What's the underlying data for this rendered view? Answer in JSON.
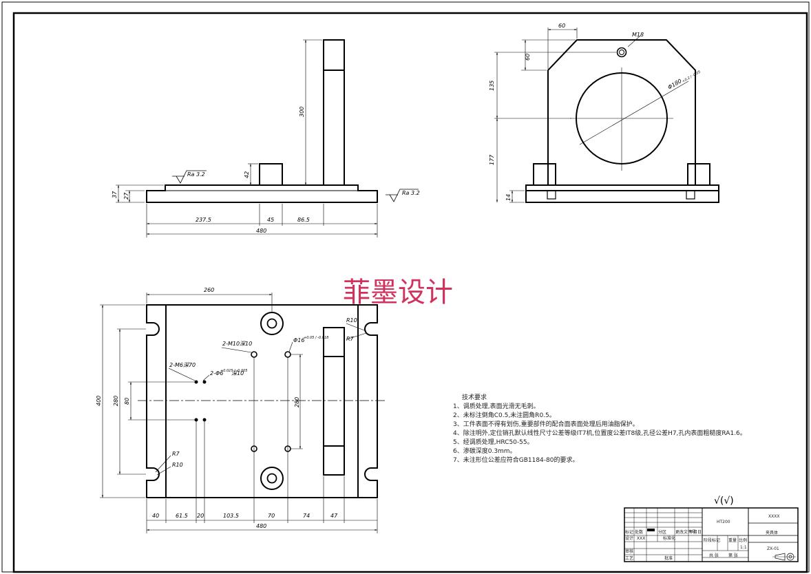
{
  "watermark": "菲墨设计",
  "front_view": {
    "roughness_left": "Ra 3.2",
    "roughness_right": "Ra 3.2",
    "dims": {
      "height_total": "37",
      "height_base": "27",
      "rib_height": "300",
      "block_height": "42",
      "w1": "237.5",
      "w2": "45",
      "w3": "86.5",
      "width": "480"
    }
  },
  "side_view": {
    "dims": {
      "top_width": "60",
      "top_depth": "60",
      "thread": "M18",
      "bore": "Φ180",
      "bore_tol": "+0.2 / -0.05",
      "upper_height": "135",
      "lower_height": "177",
      "base_thickness": "14"
    }
  },
  "top_view": {
    "dims": {
      "offset_top": "260",
      "radius_top_a": "R10",
      "radius_top_b": "R7",
      "radius_bot_a": "R7",
      "radius_bot_b": "R10",
      "holes_m10": "2-M10深10",
      "hole_phi": "Φ16",
      "hole_phi_tol": "+0.05 / -0.018",
      "holes_m6": "2-M6深70",
      "holes_pin": "2-Φ6",
      "holes_pin_tol": "+0.025 / -0.005",
      "holes_pin_depth": "深10",
      "height": "400",
      "pitch_left": "280",
      "pitch_mid": "80",
      "pitch_right": "280",
      "b1": "40",
      "b2": "61.5",
      "b3": "20",
      "b4": "103.5",
      "b5": "70",
      "b6": "74",
      "b7": "47",
      "width": "480"
    }
  },
  "tech_requirements": {
    "title": "技术要求",
    "items": [
      "1、调质处理,表面光滑无毛刺。",
      "2、未标注倒角C0.5,未注圆角R0.5。",
      "3、工件表面不得有划伤,重要部件的配合面表面处理后用油脂保护。",
      "4、除注明外,定位销孔默认线性尺寸公差等级IT7机,位置度公差IT8级,孔径公差H7,孔内表面粗糙度RA1.6。",
      "5、经调质处理,HRC50-55。",
      "6、渗碳深度0.3mm。",
      "7、未注形位公差应符合GB1184-80的要求。"
    ]
  },
  "surface_symbol": "√(√)",
  "title_block": {
    "material": "HT200",
    "company": "XXXX",
    "part_name": "夹具体",
    "drawing_no": "ZX-01",
    "scale_label": "比例",
    "scale": "1:1",
    "weight_label": "重量",
    "stage_label": "阶段标记",
    "designer_label": "设计",
    "designer": "XXX",
    "standard_label": "标准化",
    "review_label": "审核",
    "process_label": "工艺",
    "approve_label": "批准",
    "change_label": "标记",
    "count_label": "处数",
    "zone_label": "分区",
    "doc_label": "更改文件号",
    "sign_label": "签名",
    "date_label": "年月日",
    "sheet_total": "共  张",
    "sheet_no": "第  张"
  }
}
